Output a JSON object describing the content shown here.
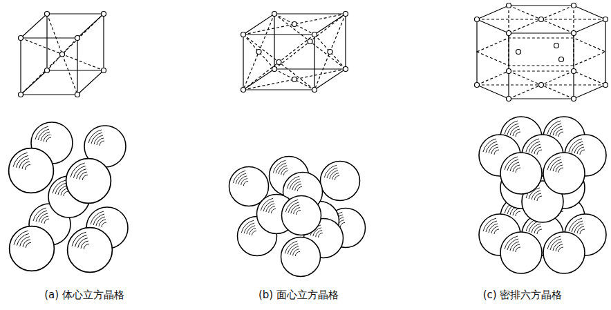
{
  "diagram": {
    "labels": [
      "(a) 体心立方晶格",
      "(b) 面心立方晶格",
      "(c) 密排六方晶格"
    ]
  }
}
